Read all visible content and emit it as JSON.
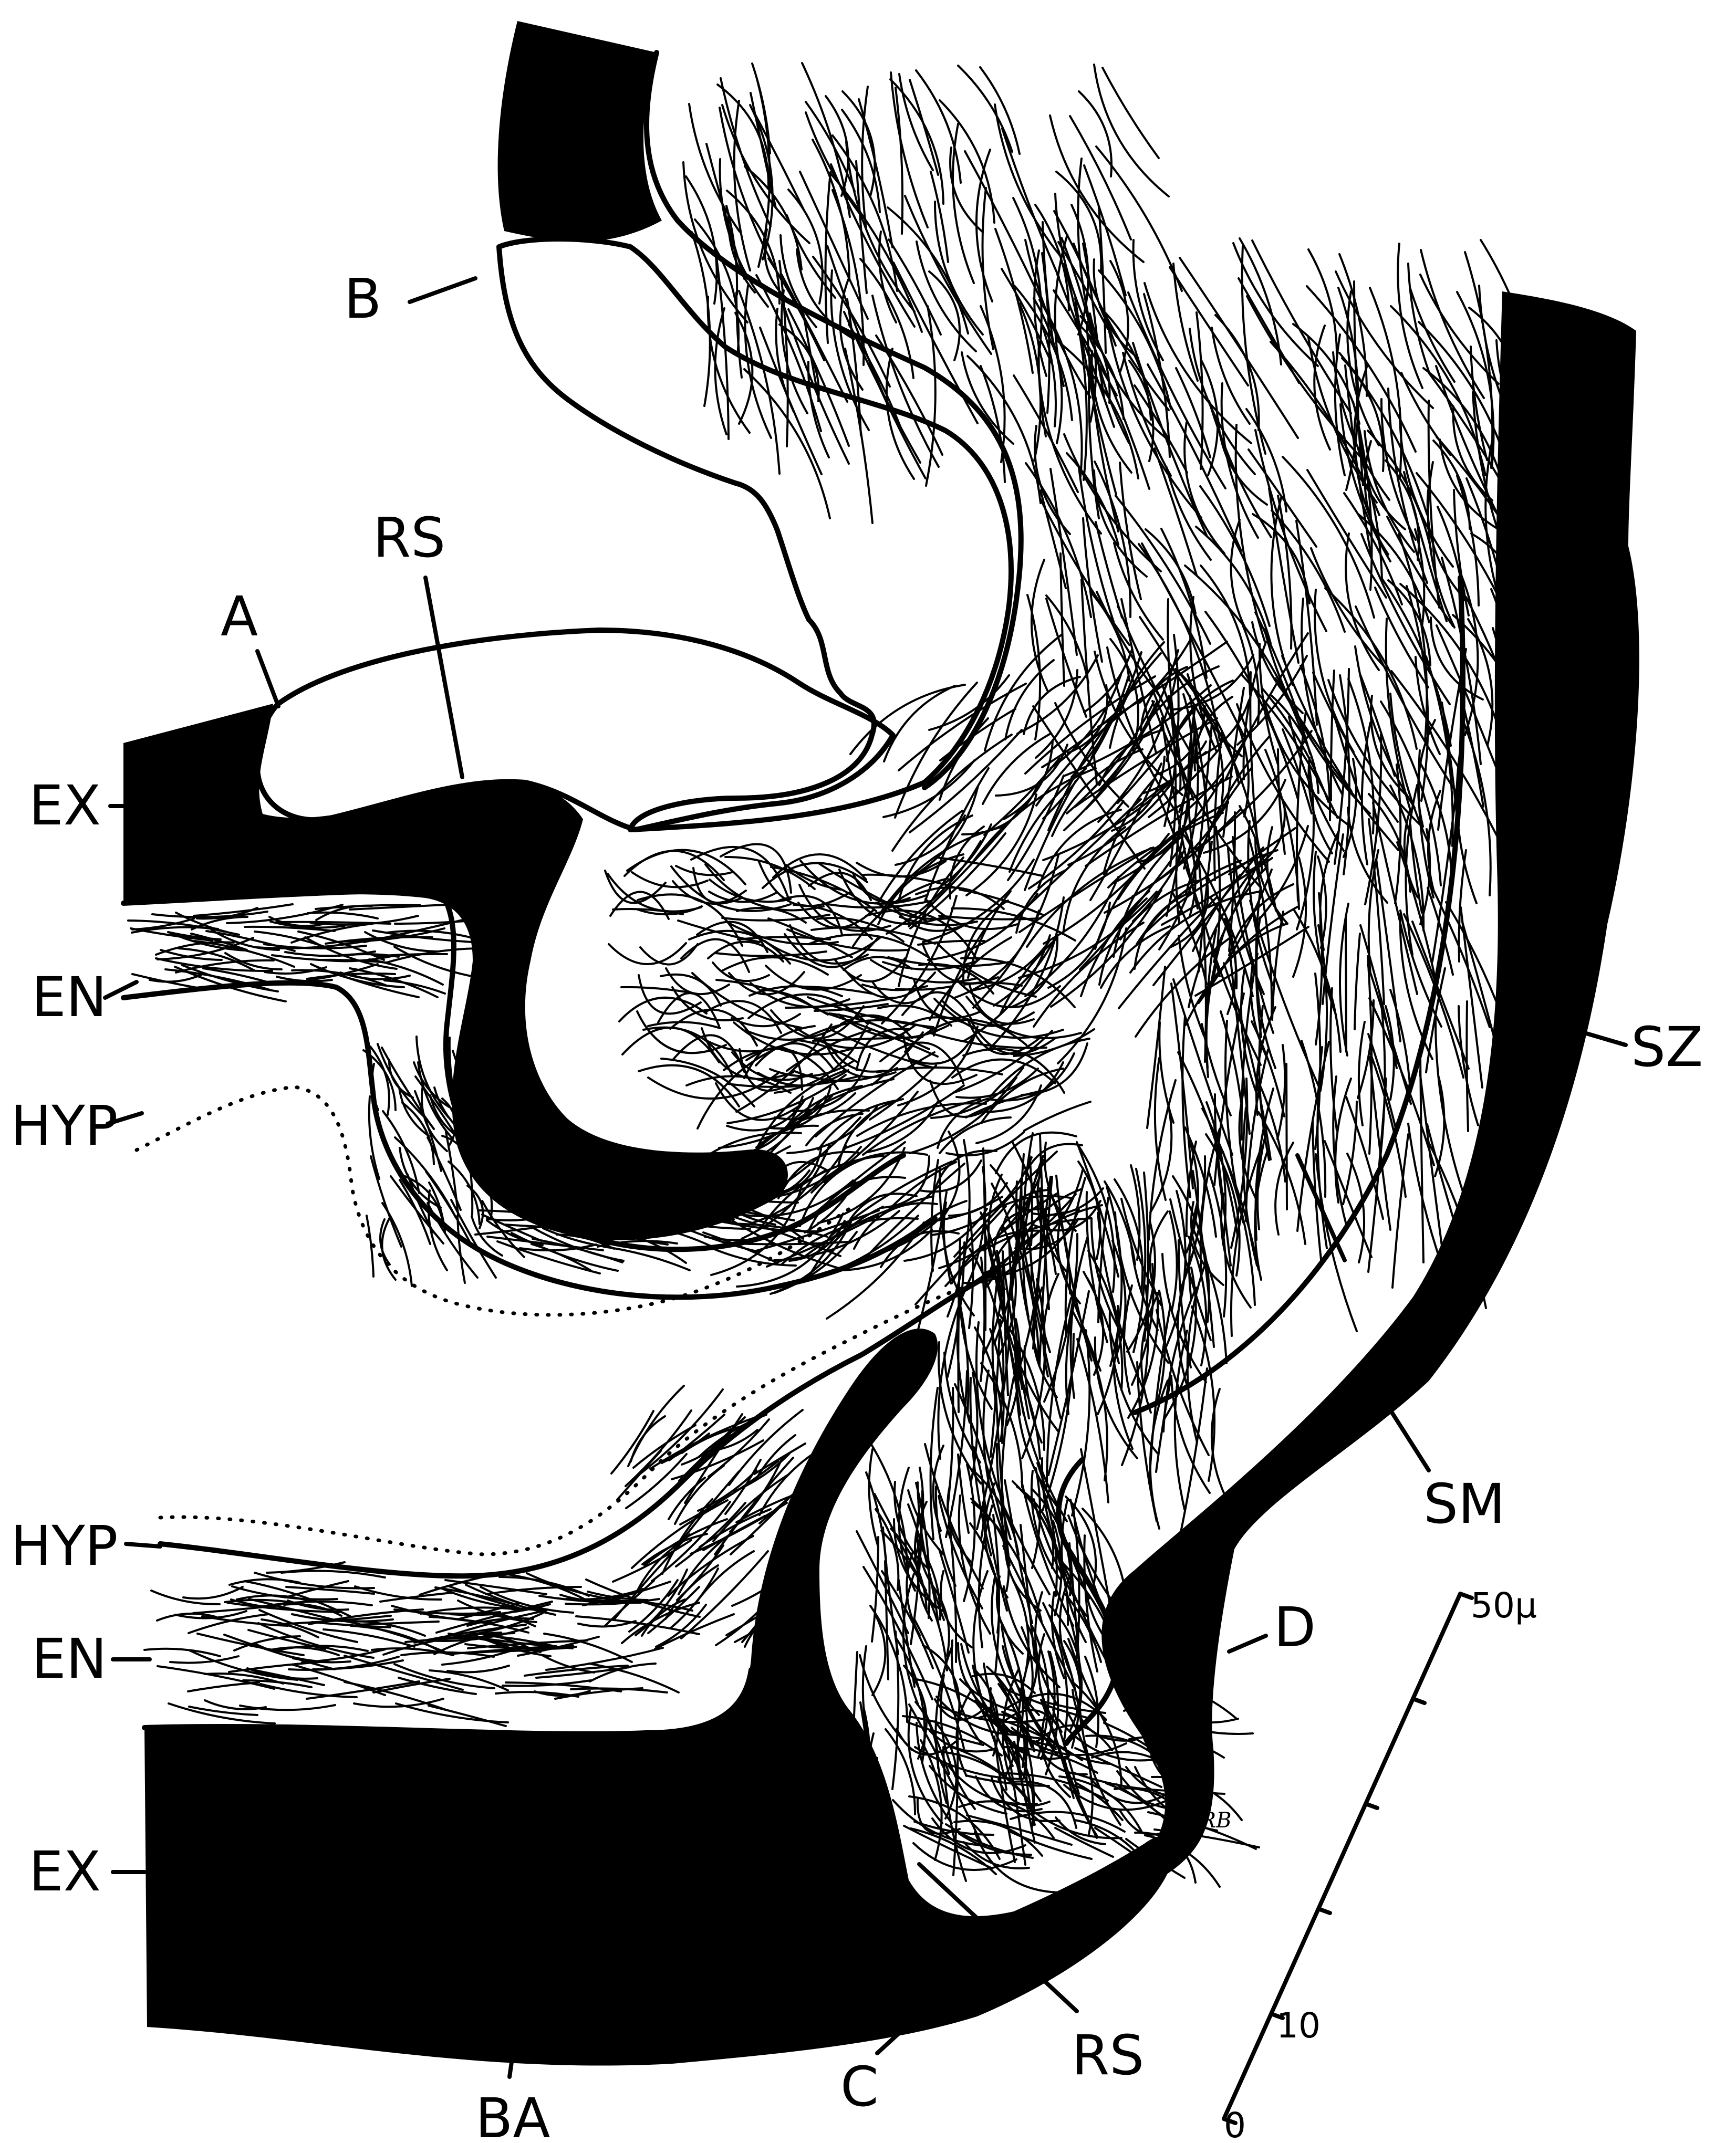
{
  "labels": {
    "B": "B",
    "RS_top": "RS",
    "A": "A",
    "EX_top": "EX",
    "EN_top": "EN",
    "HYP_top": "HYP",
    "SZ": "SZ",
    "SM": "SM",
    "HYP_bottom": "HYP",
    "EN_bottom": "EN",
    "D": "D",
    "EX_bottom": "EX",
    "RS_bottom": "RS",
    "BA": "BA",
    "C": "C",
    "signature": "RB"
  },
  "scale_bar": {
    "top_label": "50μ",
    "mid_label": "10",
    "zero_label": "0",
    "max_value": 50,
    "tick_step": 10
  },
  "colors": {
    "ink": "#000000",
    "paper": "#ffffff"
  }
}
